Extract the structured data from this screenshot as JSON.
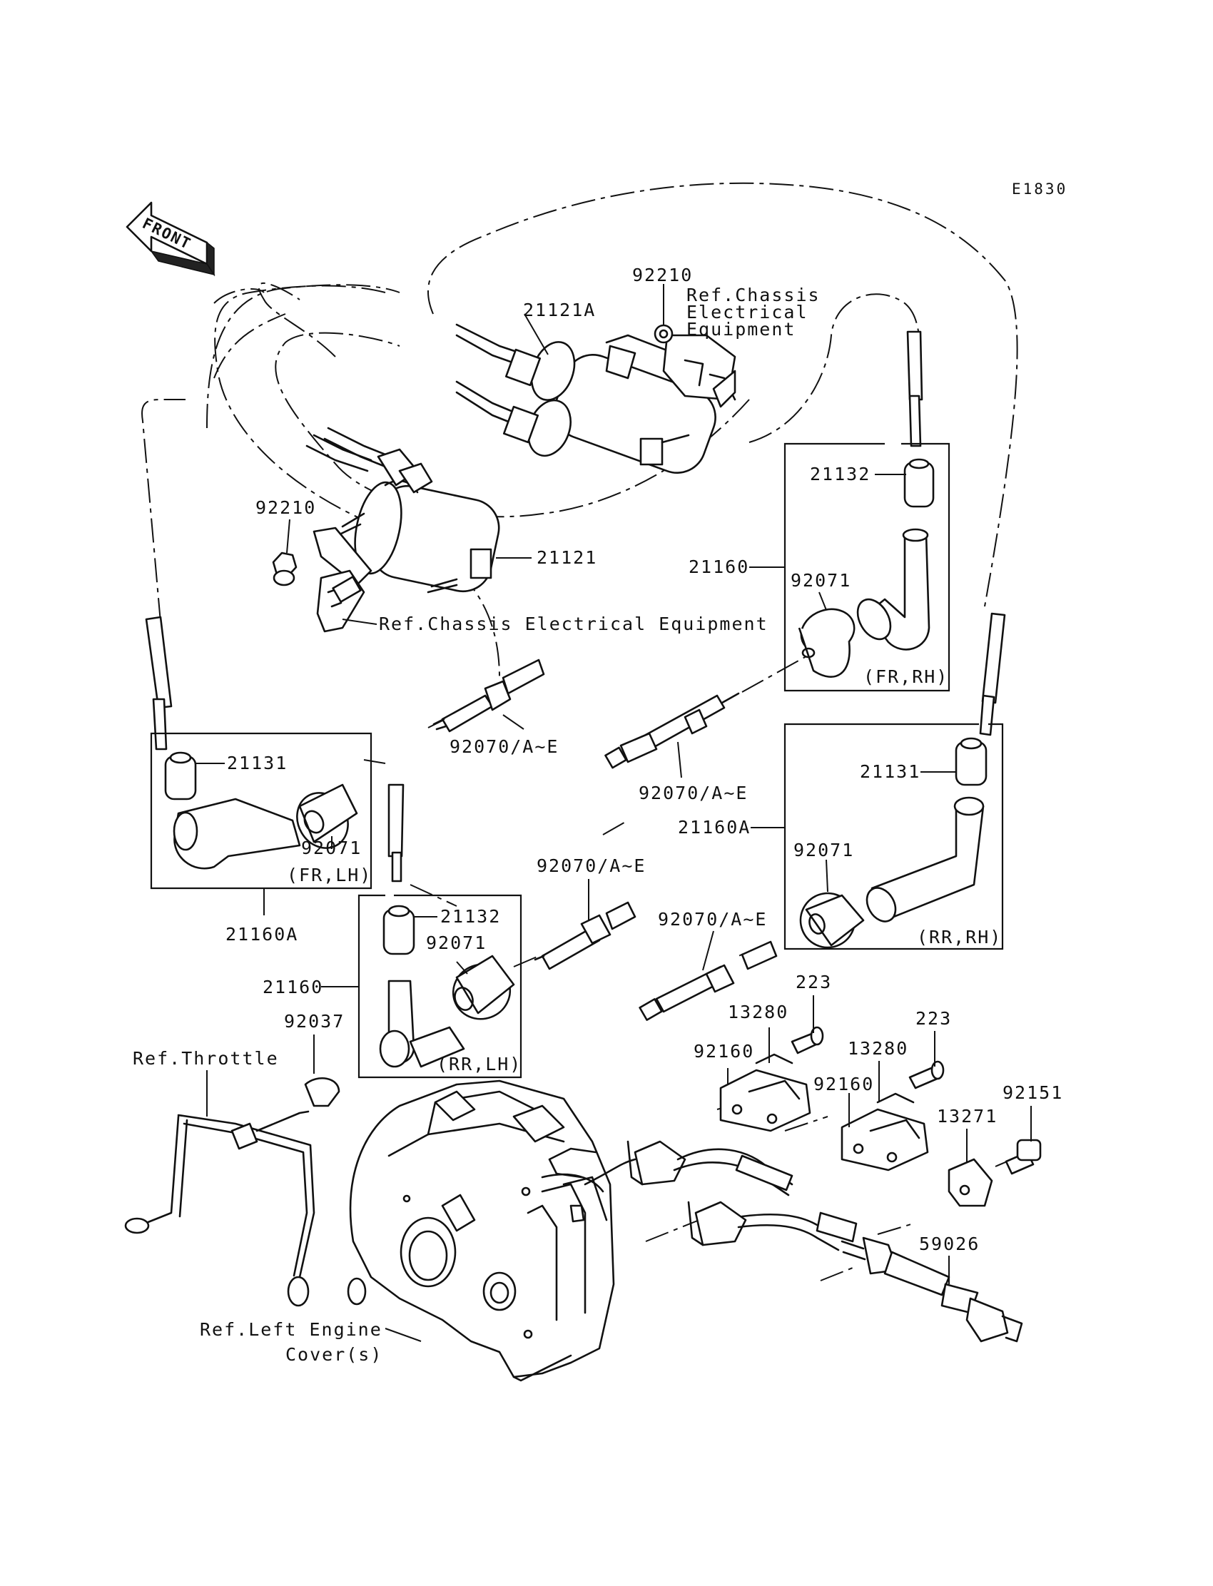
{
  "figure_code": "E1830",
  "front_arrow": "FRONT",
  "labels": {
    "p92210_top": "92210",
    "p21121A": "21121A",
    "ref_chassis_top_1": "Ref.Chassis",
    "ref_chassis_top_2": "Electrical",
    "ref_chassis_top_3": "Equipment",
    "p21132_r": "21132",
    "p92210_left": "92210",
    "p21121": "21121",
    "p21160_r": "21160",
    "p92071_r": "92071",
    "ref_chassis_mid": "Ref.Chassis Electrical Equipment",
    "fr_rh": "(FR,RH)",
    "p92070_a": "92070/A~E",
    "p92070_b": "92070/A~E",
    "p21131_l": "21131",
    "p21131_r": "21131",
    "p92071_l": "92071",
    "fr_lh": "(FR,LH)",
    "p21160A_r": "21160A",
    "p92071_rr": "92071",
    "p92070_c": "92070/A~E",
    "p92070_d": "92070/A~E",
    "rr_rh": "(RR,RH)",
    "p21160A_l": "21160A",
    "p21132_l": "21132",
    "p92071_lr": "92071",
    "p21160_l": "21160",
    "p223_a": "223",
    "p13280_a": "13280",
    "p223_b": "223",
    "p92037": "92037",
    "p92160_a": "92160",
    "p13280_b": "13280",
    "ref_throttle": "Ref.Throttle",
    "rr_lh": "(RR,LH)",
    "p92160_b": "92160",
    "p92151": "92151",
    "p13271": "13271",
    "p59026": "59026",
    "ref_left_1": "Ref.Left Engine",
    "ref_left_2": "Cover(s)"
  }
}
